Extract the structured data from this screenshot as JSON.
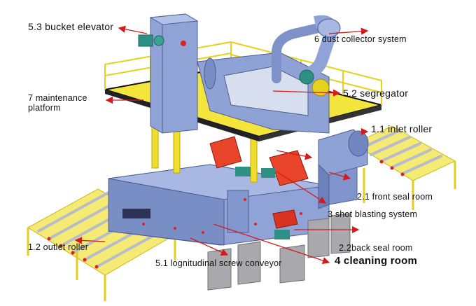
{
  "labels": {
    "bucket_elevator": "5.3 bucket elevator",
    "dust_collector": "6 dust collector system",
    "maintenance_line1": "7 maintenance",
    "maintenance_line2": "platform",
    "segregator": "5.2 segregator",
    "inlet_roller": "1.1 inlet roller",
    "front_seal_room": "2.1 front seal room",
    "shot_blasting": "3 shot blasting system",
    "outlet_roller": "1.2 outlet roller",
    "back_seal_room": "2.2back seal room",
    "screw_conveyor": "5.1 lognitudinal screw conveyor",
    "cleaning_room": "4 cleaning room"
  },
  "colors": {
    "machine_blue": "#8fa3d6",
    "machine_dark": "#5d6fa6",
    "platform_yellow": "#f2e23a",
    "railing_yellow": "#e6d21c",
    "roller_gray": "#c9ccd6",
    "motor_teal": "#2e8f85",
    "accent_red": "#e02020",
    "leader_red": "#d41a1a",
    "pedestal_gray": "#a9a9ad"
  }
}
